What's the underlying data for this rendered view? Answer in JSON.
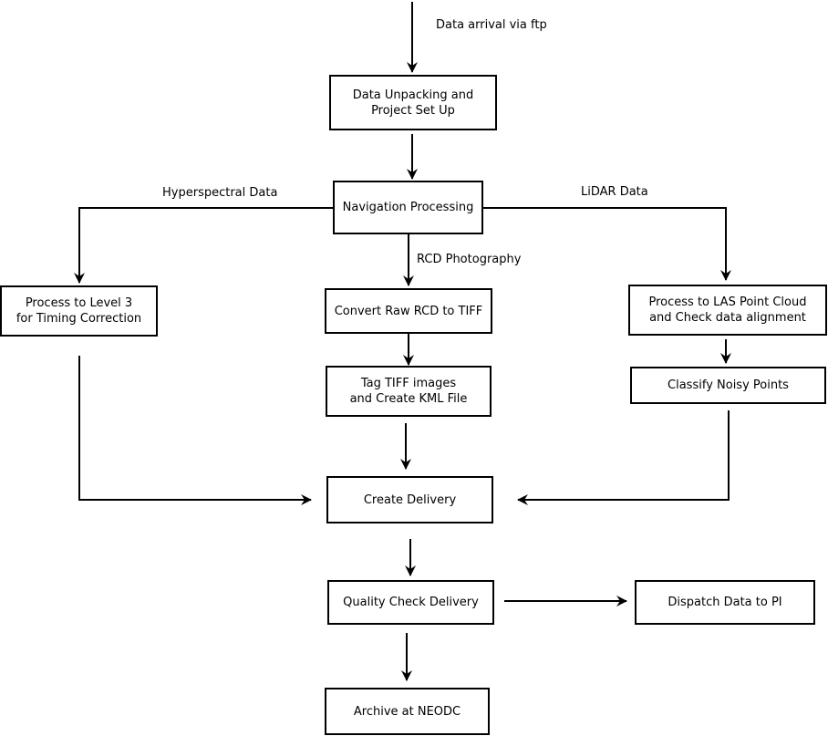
{
  "diagram": {
    "boxes": {
      "unpack": "Data Unpacking and\nProject Set Up",
      "nav": "Navigation Processing",
      "level3": "Process to Level 3\nfor Timing Correction",
      "rcd": "Convert Raw RCD to TIFF",
      "tag": "Tag TIFF images\nand Create KML File",
      "las": "Process to LAS Point Cloud\nand Check data alignment",
      "noisy": "Classify Noisy Points",
      "delivery": "Create Delivery",
      "qc": "Quality Check Delivery",
      "dispatch": "Dispatch Data to PI",
      "archive": "Archive at NEODC"
    },
    "labels": {
      "ftp": "Data arrival via ftp",
      "hyper": "Hyperspectral Data",
      "lidar": "LiDAR Data",
      "photo": "RCD Photography"
    }
  }
}
